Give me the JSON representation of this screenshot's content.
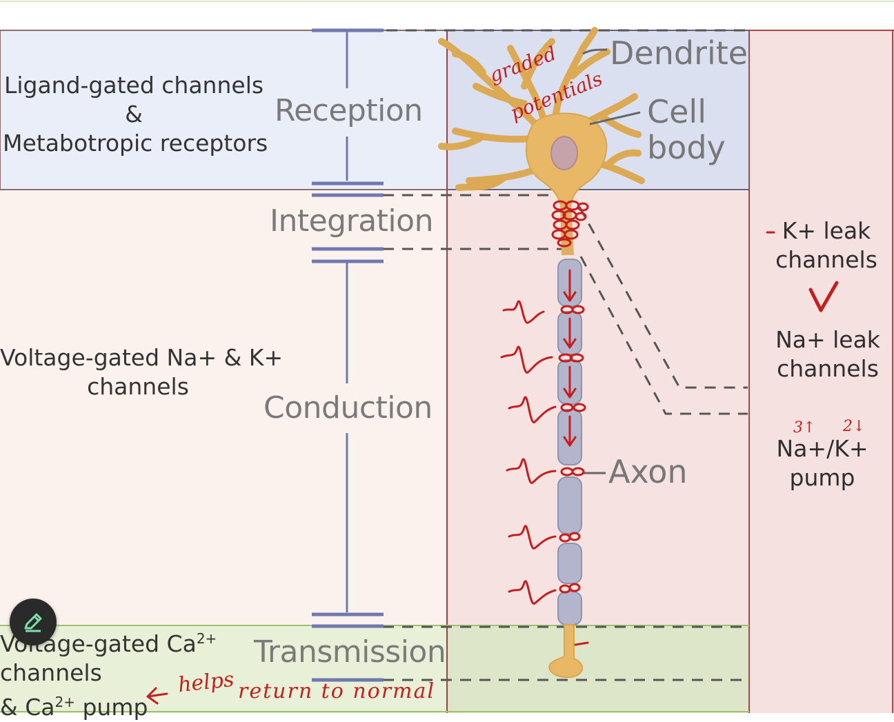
{
  "left_labels": {
    "reception": [
      "Ligand-gated channels",
      "&",
      "Metabotropic receptors"
    ],
    "conduction": [
      "Voltage-gated Na+ & K+",
      "channels"
    ],
    "transmission": {
      "line1_pre": "Voltage-gated Ca",
      "line1_sup": "2+",
      "line2": "channels",
      "line3_pre": "& Ca",
      "line3_sup": "2+",
      "line3_post": " pump"
    }
  },
  "zones": {
    "reception": "Reception",
    "integration": "Integration",
    "conduction": "Conduction",
    "transmission": "Transmission"
  },
  "structures": {
    "dendrite": "Dendrite",
    "cell_body": [
      "Cell",
      "body"
    ],
    "axon": "Axon"
  },
  "right_notes": {
    "k_leak": [
      "K+ leak",
      "channels"
    ],
    "na_leak": [
      "Na+ leak",
      "channels"
    ],
    "pump_counts": [
      "3↑",
      "2↓"
    ],
    "pump": [
      "Na+/K+",
      "pump"
    ]
  },
  "handwriting": {
    "graded": "graded",
    "potentials": "potentials",
    "helps": "helps",
    "return_to_normal": "return to normal"
  },
  "colors": {
    "reception_fill": "#e9eef8",
    "middle_fill": "#fbf2ee",
    "axon_panel_fill": "#f6e2e0",
    "right_panel_fill": "#f6e1e1",
    "transmission_fill": "#e8f0d8",
    "annotation_red": "#c41e1e",
    "neuron_fill": "#e8b867",
    "axon_fill": "#b2b5cc"
  },
  "icons": {
    "edit": "pencil-icon"
  }
}
